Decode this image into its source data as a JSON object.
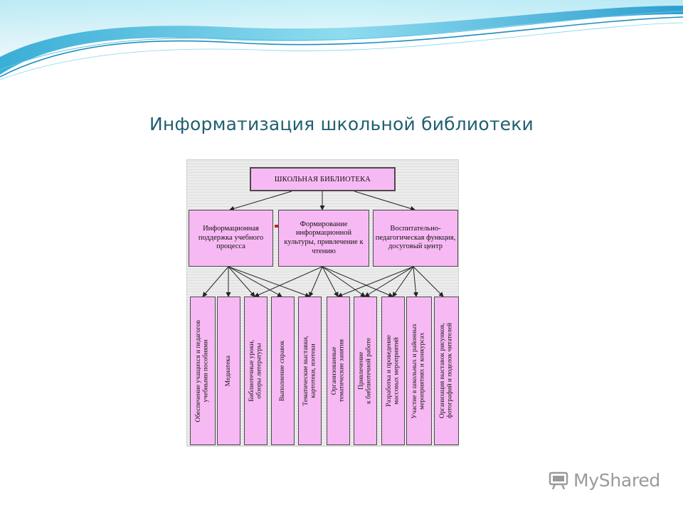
{
  "slide": {
    "title": "Информатизация школьной библиотеки"
  },
  "diagram": {
    "root": "ШКОЛЬНАЯ БИБЛИОТЕКА",
    "functions": [
      "Информационная поддержка учебного процесса",
      "Формирование информационной культуры, привлечение к чтению",
      "Воспитательно-педагогическая функция, досуговый центр"
    ],
    "activities": [
      "Обеспечение учащихся и педагогов\nучебными пособиями",
      "Медиатека",
      "Библиотечные уроки,\nобзоры литературы",
      "Выполнение справок",
      "Тематические выставки,\nкартотеки, изотеки",
      "Организованные\nтематические занятия",
      "Привлечение\nк библиотечной работе",
      "Разработка и проведение\nмассовых мероприятий",
      "Участие в школьных и районных\nмероприятиях и конкурсах",
      "Организация выставок рисунков,\nфотографий и поделок читателей"
    ]
  },
  "brand": {
    "name": "MyShared",
    "icon": "presentation-board-icon"
  },
  "colors": {
    "box_fill": "#f7b9f3",
    "title": "#1f5f6f",
    "wave_light": "#9fe3f0",
    "wave_dark": "#1d8fbf"
  }
}
